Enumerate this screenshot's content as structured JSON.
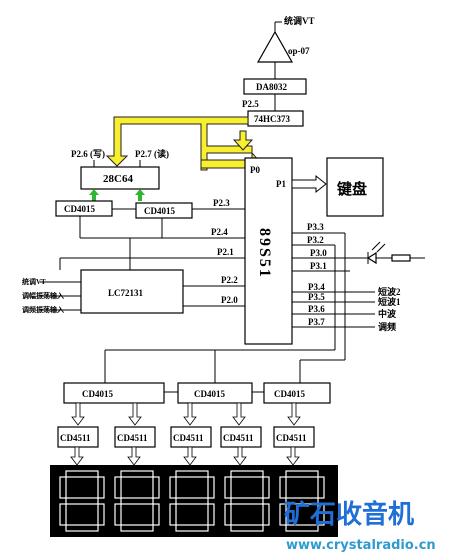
{
  "chips": {
    "opamp": "op-07",
    "dac": "DA8032",
    "latch": "74HC373",
    "eeprom": "28C64",
    "cd4015_top_left": "CD4015",
    "cd4015_top_right": "CD4015",
    "mcu": "89S51",
    "keyboard": "键盘",
    "pll": "LC72131",
    "cd4015_bot_1": "CD4015",
    "cd4015_bot_2": "CD4015",
    "cd4015_bot_3": "CD4015",
    "cd4511": [
      "CD4511",
      "CD4511",
      "CD4511",
      "CD4511",
      "CD4511"
    ]
  },
  "labels": {
    "tuning_vt_out": "统调VT",
    "p25": "P2.5",
    "p26": "P2.6 (写)",
    "p27": "P2.7 (读)",
    "p0": "P0",
    "p1": "P1",
    "p23": "P2.3",
    "p24": "P2.4",
    "p21": "P2.1",
    "p22": "P2.2",
    "p20": "P2.0",
    "p33": "P3.3",
    "p32": "P3.2",
    "p30": "P3.0",
    "p31": "P3.1",
    "p34": "P3.4",
    "p35": "P3.5",
    "p36": "P3.6",
    "p37": "P3.7",
    "sw1": "短波2",
    "sw2": "短波1",
    "mw": "中波",
    "fm": "调频",
    "in_vt": "统调VT",
    "in_am": "调幅振荡输入",
    "in_fm": "调频振荡输入"
  },
  "colors": {
    "bus_fill": "#f7ef2f",
    "bus_stroke": "#222222",
    "green_arrow": "#2eb82e",
    "display_bg": "#000000",
    "display_segment": "#ffffff",
    "watermark_top": "#1f6fd6",
    "watermark_bottom": "#2f9ad0"
  },
  "watermark": {
    "title": "矿石收音机",
    "url": "www.crystalradio.cn"
  }
}
